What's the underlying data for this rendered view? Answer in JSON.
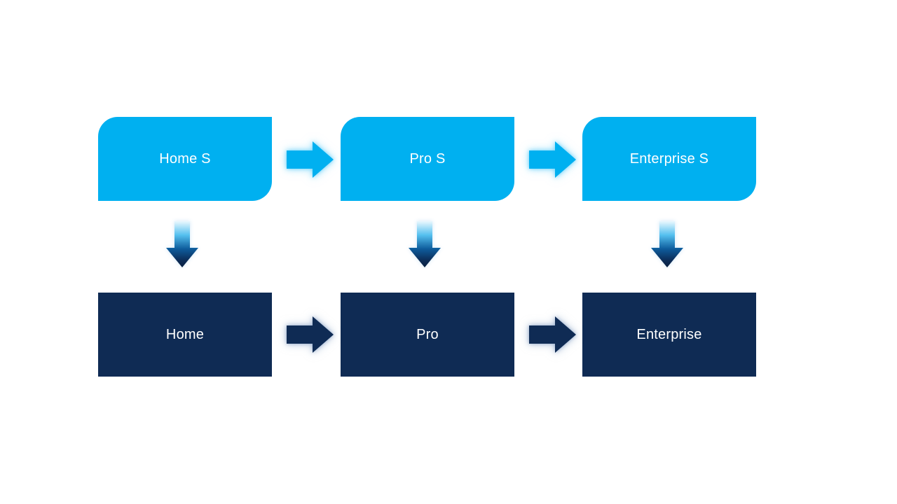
{
  "diagram": {
    "type": "process-flow",
    "top_row": [
      {
        "label": "Home S"
      },
      {
        "label": "Pro S"
      },
      {
        "label": "Enterprise S"
      }
    ],
    "bottom_row": [
      {
        "label": "Home"
      },
      {
        "label": "Pro"
      },
      {
        "label": "Enterprise"
      }
    ],
    "connections": {
      "horizontal_top": [
        "Home S → Pro S",
        "Pro S → Enterprise S"
      ],
      "horizontal_bottom": [
        "Home → Pro",
        "Pro → Enterprise"
      ],
      "vertical": [
        "Home S → Home",
        "Pro S → Pro",
        "Enterprise S → Enterprise"
      ]
    },
    "colors": {
      "light_blue": "#00B0F0",
      "navy": "#0F2B54",
      "text": "#FFFFFF",
      "background": "#FFFFFF",
      "gradient_arrow_top": "#EAF8FE",
      "gradient_arrow_bottom": "#0A1F40"
    }
  }
}
